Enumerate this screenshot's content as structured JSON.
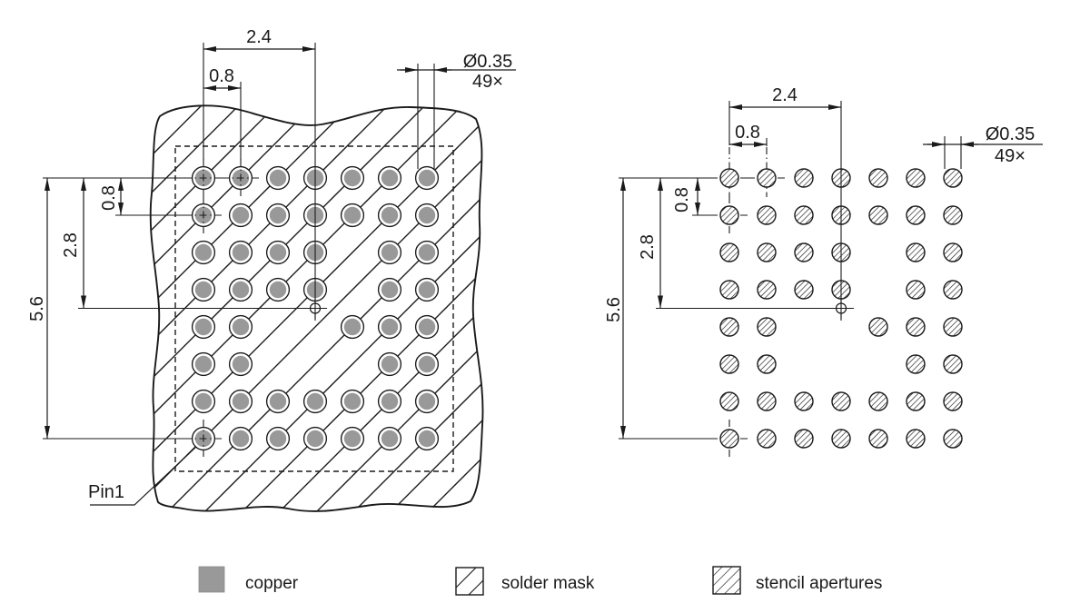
{
  "left_view": {
    "dim_span_x": "2.4",
    "dim_pitch_x": "0.8",
    "dim_pad_diameter": "Ø0.35",
    "dim_pad_count": "49×",
    "dim_pitch_y": "0.8",
    "dim_half_span_y": "2.8",
    "dim_span_y": "5.6",
    "pin1_label": "Pin1"
  },
  "right_view": {
    "dim_span_x": "2.4",
    "dim_pitch_x": "0.8",
    "dim_pad_diameter": "Ø0.35",
    "dim_pad_count": "49×",
    "dim_pitch_y": "0.8",
    "dim_half_span_y": "2.8",
    "dim_span_y": "5.6"
  },
  "legend": {
    "copper_label": "copper",
    "solder_mask_label": "solder mask",
    "stencil_label": "stencil apertures"
  },
  "pad_grid": {
    "rows": 8,
    "cols": 7,
    "pad_count": 49,
    "missing_cells": [
      [
        3,
        5
      ],
      [
        4,
        5
      ],
      [
        5,
        3
      ],
      [
        5,
        4
      ],
      [
        6,
        3
      ],
      [
        6,
        4
      ],
      [
        6,
        5
      ]
    ]
  },
  "colors": {
    "copper": "#999999",
    "line": "#1a1a1a"
  }
}
